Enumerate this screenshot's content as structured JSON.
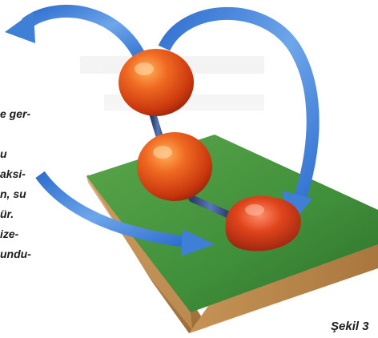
{
  "left_text_fragments": [
    "e ger-",
    "u",
    "aksi-",
    "n, su",
    "ür.",
    "ize-",
    "undu-"
  ],
  "caption": "Şekil 3",
  "colors": {
    "arrow_blue": "#3f7fd6",
    "arrow_blue_light": "#9cc2f2",
    "grass_green": "#3f8f3a",
    "soil_brown": "#b8874d",
    "sphere_orange": "#e04a12"
  }
}
